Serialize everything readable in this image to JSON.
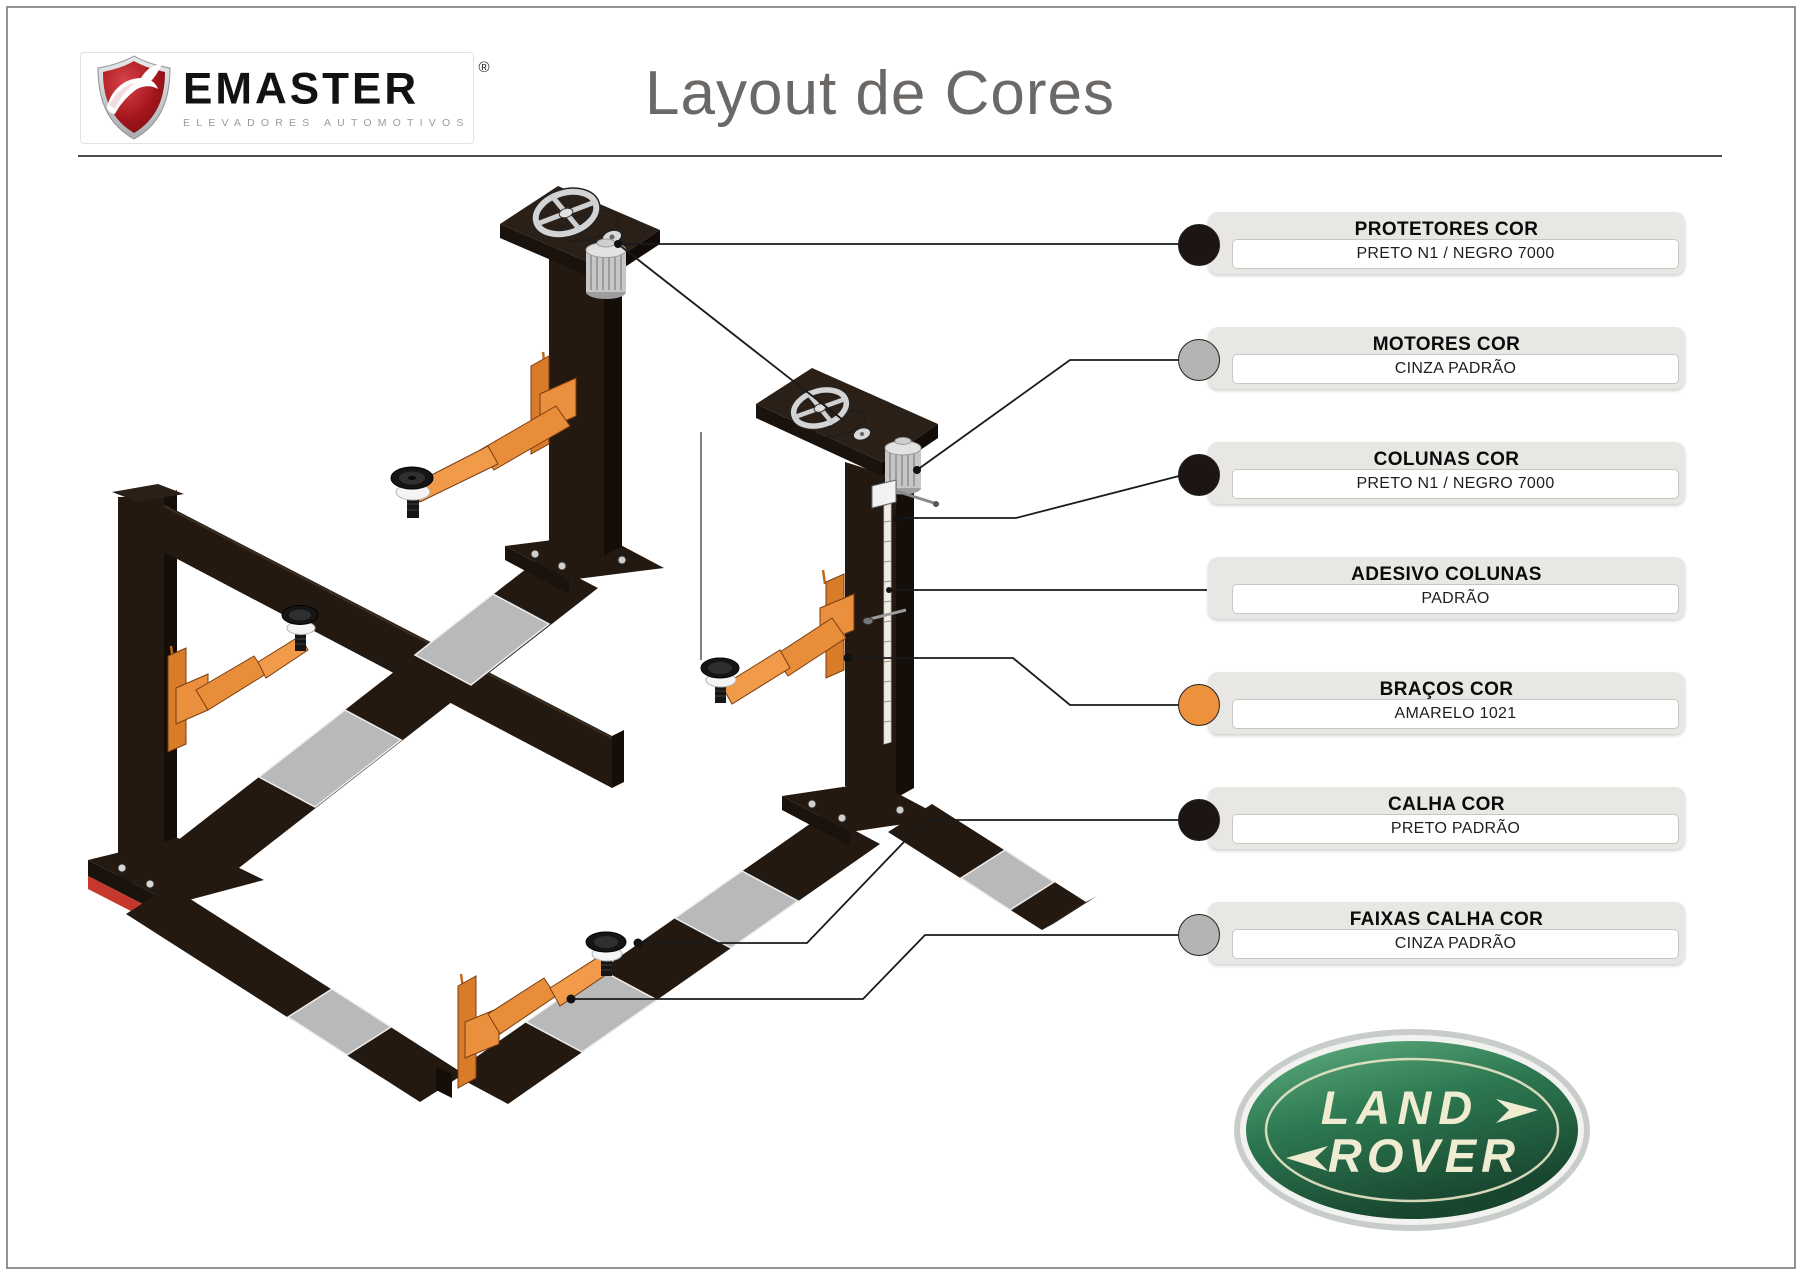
{
  "header": {
    "title": "Layout de Cores"
  },
  "brand": {
    "name": "EMASTER",
    "registered_mark": "®",
    "tagline": "ELEVADORES AUTOMOTIVOS",
    "shield_red": "#a5161d",
    "rhino_color": "#ffffff"
  },
  "callouts": [
    {
      "title": "PROTETORES COR",
      "value": "PRETO N1 / NEGRO 7000",
      "swatch": "#1d1512"
    },
    {
      "title": "MOTORES COR",
      "value": "CINZA PADRÃO",
      "swatch": "#b5b4b2"
    },
    {
      "title": "COLUNAS COR",
      "value": "PRETO N1 / NEGRO 7000",
      "swatch": "#1d1512"
    },
    {
      "title": "ADESIVO COLUNAS",
      "value": "PADRÃO",
      "swatch": null
    },
    {
      "title": "BRAÇOS COR",
      "value": "AMARELO 1021",
      "swatch": "#ee913d"
    },
    {
      "title": "CALHA COR",
      "value": "PRETO PADRÃO",
      "swatch": "#1d1512"
    },
    {
      "title": "FAIXAS CALHA  COR",
      "value": "CINZA PADRÃO",
      "swatch": "#b5b4b2"
    }
  ],
  "partner_logo": {
    "line1": "LAND",
    "line2": "ROVER",
    "green_dark": "#17452e",
    "green_mid": "#2e7a52",
    "green_light": "#63b183",
    "text_color": "#efecd2"
  },
  "illustration": {
    "structure_color": "#241911",
    "arm_color": "#e88d3a",
    "stripe_color": "#b9b9b9",
    "motor_color": "#c6c6c6",
    "base_red": "#c5382b"
  }
}
